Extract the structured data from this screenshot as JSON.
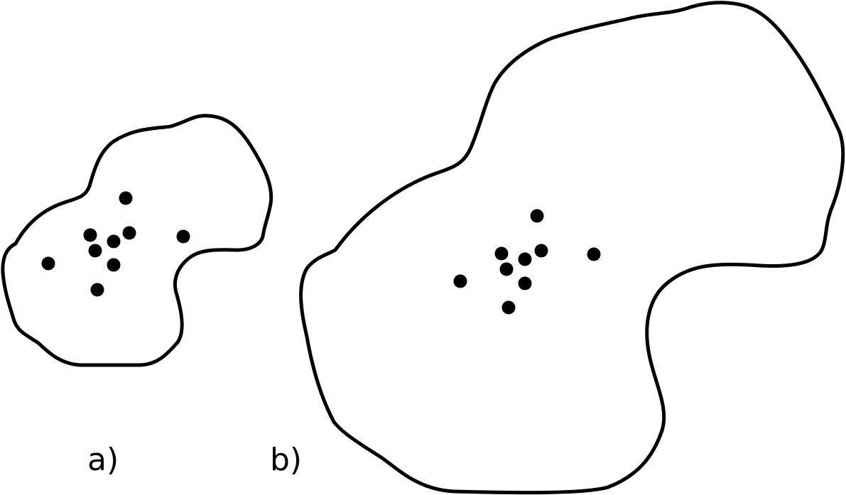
{
  "panels": [
    {
      "label": "a)",
      "point_count": 9
    },
    {
      "label": "b)",
      "point_count": 9
    }
  ],
  "colors": {
    "stroke": "#000000",
    "points": "#000000",
    "background": "#ffffff"
  }
}
